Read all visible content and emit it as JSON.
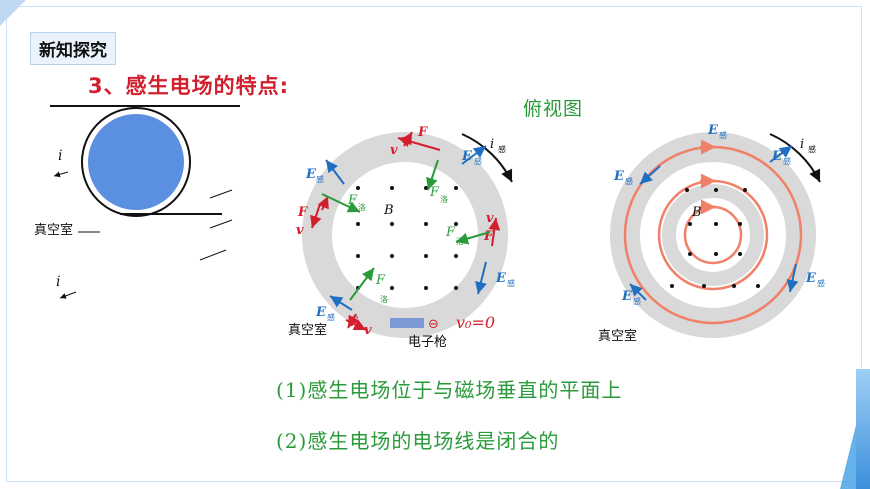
{
  "header": {
    "badge": "新知探究"
  },
  "heading": "3、感生电场的特点:",
  "view_label": "俯视图",
  "left_diagram": {
    "current_label": "i",
    "vacuum_label": "真空室",
    "current_label_bottom": "i"
  },
  "middle_diagram": {
    "B_label": "B",
    "E_label": "E",
    "E_sub": "感",
    "F_label": "F",
    "F_sub": "洛",
    "v_label": "v",
    "i_label": "i",
    "i_sub": "感",
    "vacuum_label": "真空室",
    "gun_label": "电子枪",
    "v0_label": "v₀=0",
    "electron_symbol": "⊖"
  },
  "right_diagram": {
    "B_label": "B",
    "E_label": "E",
    "E_sub": "感",
    "i_label": "i",
    "i_sub": "感",
    "vacuum_label": "真空室"
  },
  "points": [
    "(1)感生电场位于与磁场垂直的平面上",
    "(2)感生电场的电场线是闭合的"
  ],
  "colors": {
    "heading": "#d21f2d",
    "green": "#2a9a3a",
    "blue_arrow": "#1f6fc2",
    "red_arrow": "#d21f2d",
    "ring_gray": "#d9d9d9",
    "field_line": "#f08068",
    "core_blue": "#5b8fe0"
  }
}
